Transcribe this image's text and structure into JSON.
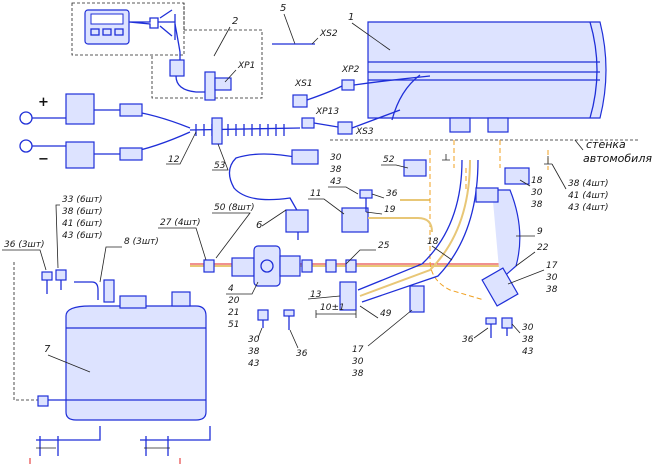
{
  "wall_label": [
    "стенка",
    "автомобиля"
  ],
  "plus_sign": "+",
  "minus_sign": "−",
  "callouts": {
    "c1": "1",
    "c2": "2",
    "c4": [
      "4",
      "20",
      "21",
      "51"
    ],
    "c5": "5",
    "c6": "6",
    "c7": "7",
    "c8": "8 (3шт)",
    "c9": "9",
    "c11": "11",
    "c12": "12",
    "c13": "13",
    "c17a": [
      "17",
      "30",
      "38"
    ],
    "c17b": [
      "17",
      "30",
      "38"
    ],
    "c18a": "18",
    "c18b": [
      "18",
      "30",
      "38"
    ],
    "c19": "19",
    "c22": "22",
    "c25": "25",
    "c27": "27 (4шт)",
    "c30a": [
      "30",
      "38",
      "43"
    ],
    "c30b": [
      "30",
      "38",
      "43"
    ],
    "c30c": [
      "30",
      "38",
      "43"
    ],
    "c33": [
      "33 (6шт)",
      "38 (6шт)",
      "41 (6шт)",
      "43 (6шт)"
    ],
    "c36a": "36 (3шт)",
    "c36b": "36",
    "c36c": "36",
    "c36d": "36",
    "c38": [
      "38 (4шт)",
      "41 (4шт)",
      "43 (4шт)"
    ],
    "c49": "49",
    "c50": "50 (8шт)",
    "c52": "52",
    "c53": "53",
    "dim": "10±1"
  },
  "connectors": {
    "xp1": "XP1",
    "xp2": "XP2",
    "xp13": "XP13",
    "xs1": "XS1",
    "xs2": "XS2",
    "xs3": "XS3"
  }
}
